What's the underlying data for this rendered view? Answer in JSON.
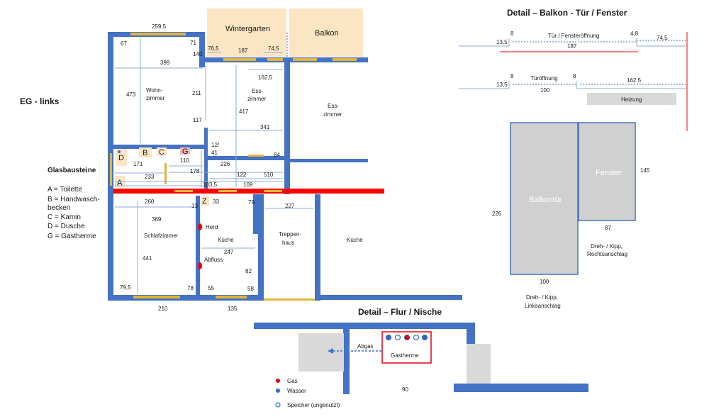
{
  "titles": {
    "eg_links": "EG - links",
    "detail_balkon": "Detail – Balkon - Tür / Fenster",
    "detail_flur": "Detail – Flur / Nische"
  },
  "legend": {
    "title": "Glasbausteine",
    "items": [
      "A = Toilette",
      "B = Handwasch-",
      "becken",
      "C = Kamin",
      "D = Dusche",
      "G = Gastherme"
    ]
  },
  "rooms": {
    "wintergarten": "Wintergarten",
    "balkon": "Balkon",
    "wohnzimmer_1": "Wohn-",
    "wohnzimmer_2": "zimmer",
    "esszimmer_1": "Ess-",
    "esszimmer_2": "zimmer",
    "esszimmer_right_1": "Ess-",
    "esszimmer_right_2": "zimmer",
    "schlafzimmer": "Schlafzimmer",
    "kueche": "Küche",
    "kueche_right": "Küche",
    "treppenhaus_1": "Treppen-",
    "treppenhaus_2": "haus",
    "herd": "Herd",
    "abfluss": "Abfluss"
  },
  "markers": {
    "A": "A",
    "B": "B",
    "C": "C",
    "D": "D",
    "G": "G",
    "Z": "Z"
  },
  "dims": {
    "d259": "259,5",
    "d67": "67",
    "d71": "71",
    "d140": "140",
    "d76": "76,5",
    "d187": "187",
    "d74": "74,5",
    "d399": "399",
    "d162": "162,5",
    "d473": "473",
    "d211": "211",
    "d417": "417",
    "d117": "117",
    "d341": "341",
    "d12": "12/",
    "d41": "41",
    "d84": "84",
    "d171": "171",
    "d110": "110",
    "d226": "226",
    "d178": "178",
    "d122": "122",
    "d510": "510",
    "d233": "233",
    "d103": "103,5",
    "d109": "109",
    "d260": "260",
    "d13": "13",
    "d33": "33",
    "d79": "79",
    "d227": "227",
    "d369": "369",
    "d247": "247",
    "d441": "441",
    "d82": "82",
    "d795": "79,5",
    "d78": "78",
    "d55": "55",
    "d58": "58",
    "d210": "210",
    "d135": "135"
  },
  "balkon_detail": {
    "top_8": "8",
    "top_48": "4,8",
    "top_label": "Tür / Fensteröffnung",
    "top_745": "74,5",
    "top_135": "13,5",
    "top_187": "187",
    "mid_8a": "8",
    "mid_label": "Türöffnung",
    "mid_8b": "8",
    "mid_135": "13,5",
    "mid_100": "100",
    "mid_1625": "162,5",
    "heizung": "Heizung",
    "balkontuer": "Balkontür",
    "fenster": "Fenster",
    "h226": "226",
    "h145": "145",
    "w87": "87",
    "w100": "100",
    "fenster_note_1": "Dreh- / Kipp,",
    "fenster_note_2": "Rechtsanschlag",
    "door_note_1": "Dreh- / Kipp,",
    "door_note_2": "Linksanschlag"
  },
  "flur_detail": {
    "abgas": "Abgas",
    "gastherme": "Gastherme",
    "d90": "90",
    "legend_gas": "Gas",
    "legend_wasser": "Wasser",
    "legend_speicher": "Speicher (ungenutzt)"
  },
  "colors": {
    "wall": "#4472c4",
    "window": "#e2b437",
    "tan": "#fbe5c3",
    "red_beam": "#ff0000",
    "gas": "#e0001b",
    "wasser": "#2e6ad1"
  }
}
